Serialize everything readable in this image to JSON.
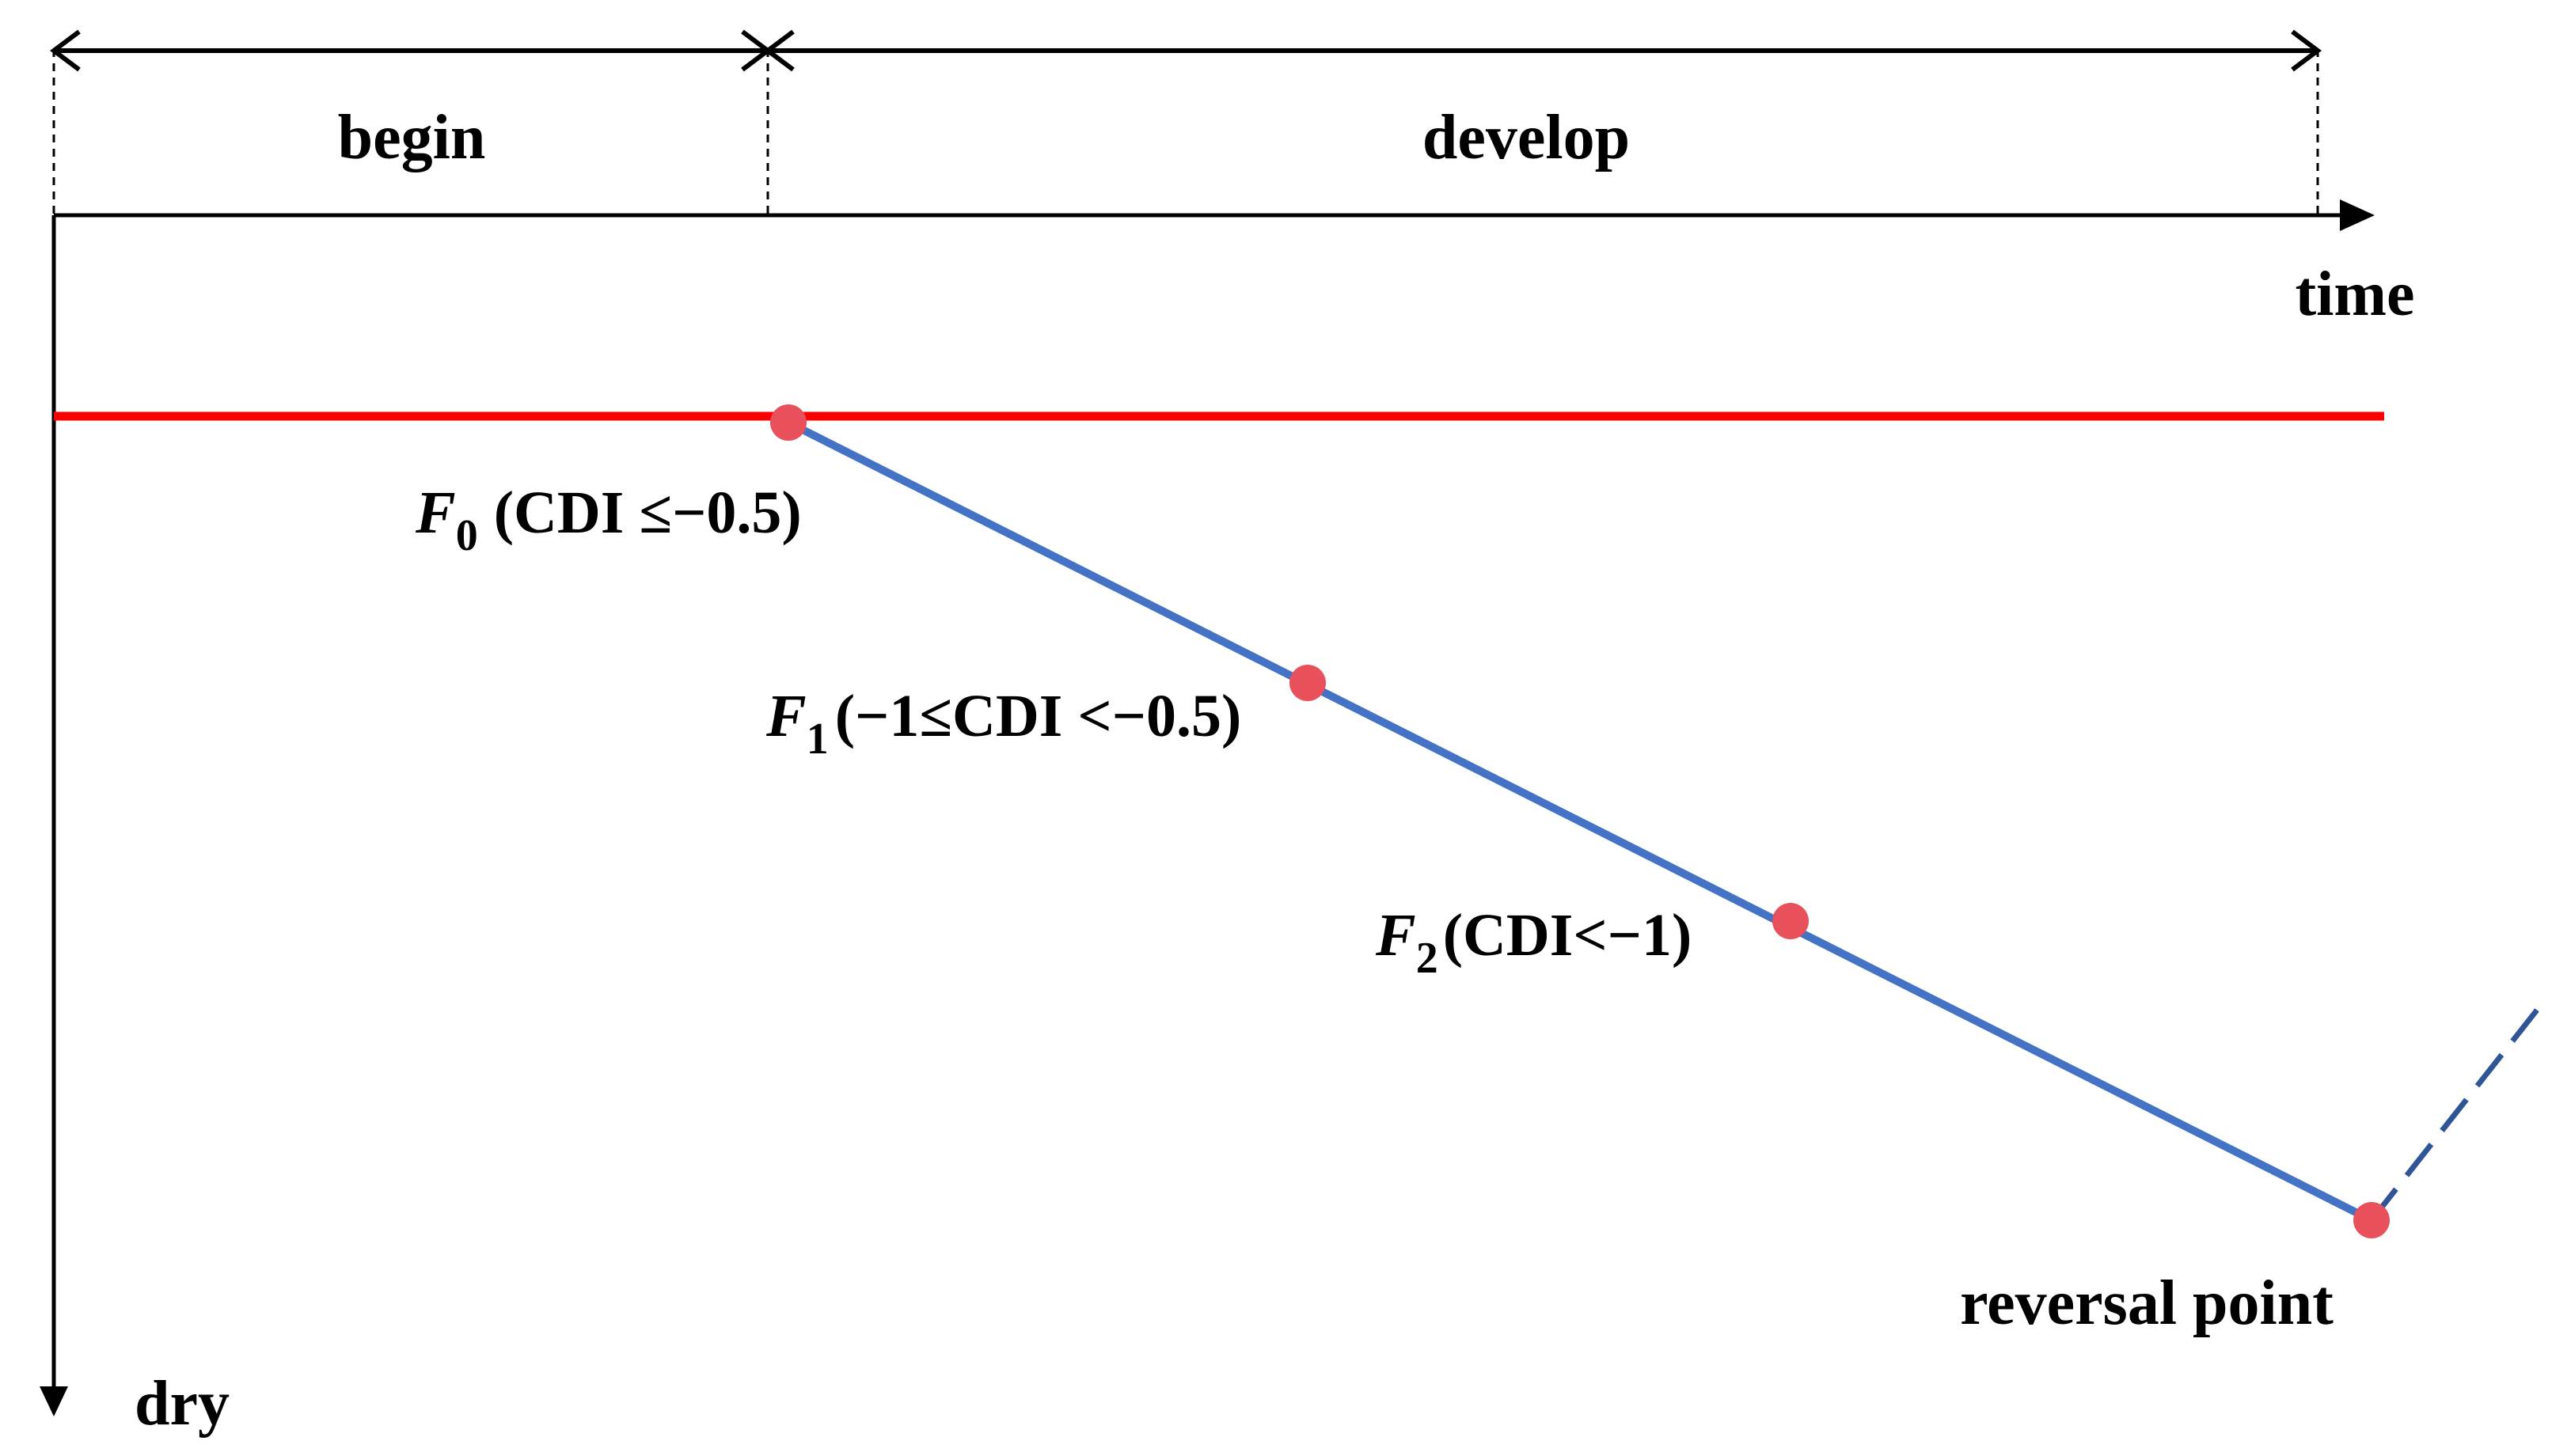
{
  "phases": {
    "begin_label": "begin",
    "develop_label": "develop"
  },
  "axes": {
    "x_label": "time",
    "y_label": "dry"
  },
  "points": {
    "f0": {
      "letter": "F",
      "sub": "0",
      "condition": "(CDI ≤−0.5)"
    },
    "f1": {
      "letter": "F",
      "sub": "1",
      "condition": "(−1≤CDI <−0.5)"
    },
    "f2": {
      "letter": "F",
      "sub": "2",
      "condition": "(CDI<−1)"
    },
    "reversal": {
      "label": "reversal point"
    }
  },
  "colors": {
    "threshold_line": "#ff0000",
    "trend_line": "#4472c4",
    "recovery_dash": "#2f5597",
    "points": "#e8505b",
    "axes": "#000000"
  }
}
